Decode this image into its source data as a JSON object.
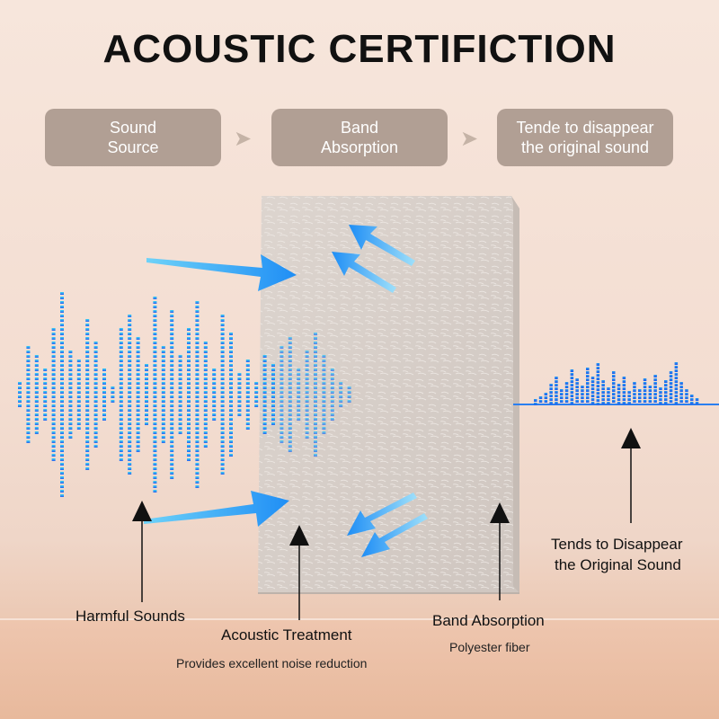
{
  "title": "ACOUSTIC CERTIFICTION",
  "steps": [
    {
      "line1": "Sound",
      "line2": "Source"
    },
    {
      "line1": "Band",
      "line2": "Absorption"
    },
    {
      "line1": "Tende to disappear",
      "line2": "the original sound"
    }
  ],
  "labels": {
    "harmful": "Harmful Sounds",
    "treatment": "Acoustic Treatment",
    "treatment_sub": "Provides excellent noise reduction",
    "band": "Band Absorption",
    "band_sub": "Polyester fiber",
    "tends_line1": "Tends to Disappear",
    "tends_line2": "the Original Sound"
  },
  "icons": {
    "flow_arrow": "chevron-right-icon",
    "pointer": "arrow-up-icon",
    "sound_arrow": "arrow-right-icon"
  },
  "colors": {
    "step_box": "#b19f94",
    "wave_cyan": "#35d6f2",
    "wave_blue": "#2b5ef0",
    "arrow_blue": "#1f8ef5",
    "panel": "#d8d0ca",
    "text": "#111111"
  }
}
